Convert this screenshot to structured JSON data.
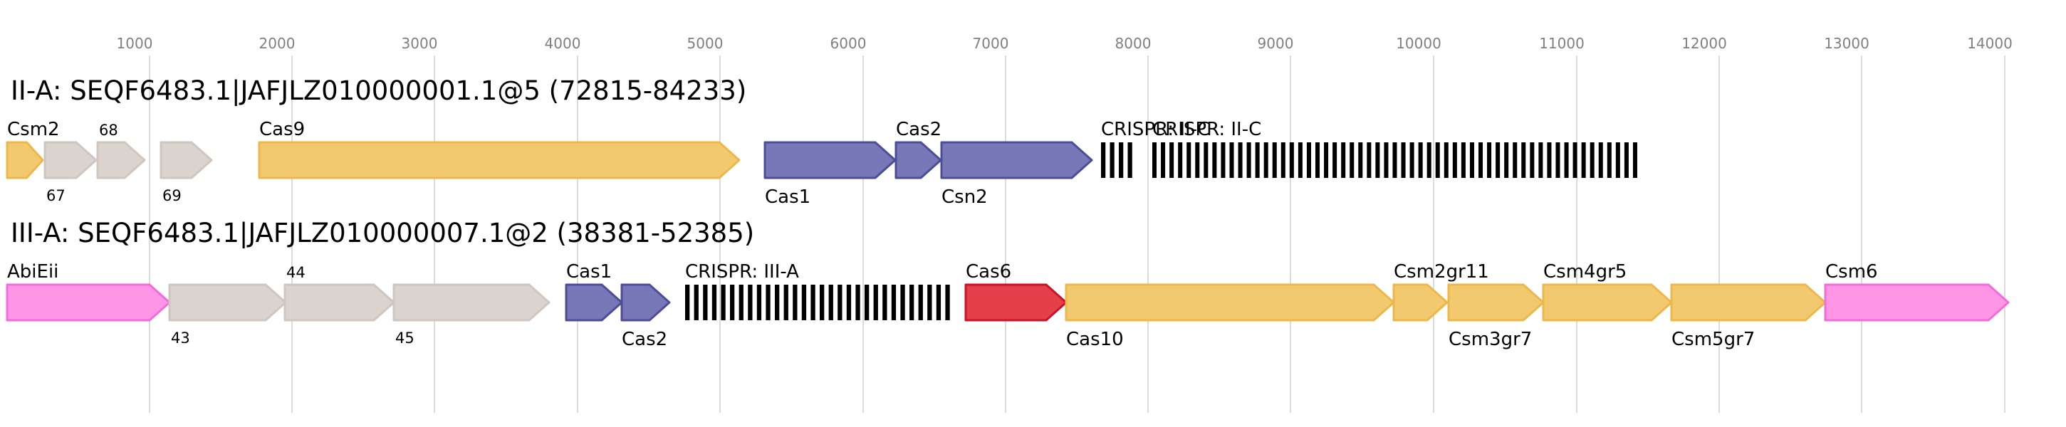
{
  "axis": {
    "ticks": [
      "1000",
      "2000",
      "3000",
      "4000",
      "5000",
      "6000",
      "7000",
      "8000",
      "9000",
      "10000",
      "11000",
      "12000",
      "13000",
      "14000"
    ]
  },
  "colors": {
    "yellow": "#F2C96E",
    "yellow_edge": "#EDB84A",
    "gray": "#DBD3CD",
    "gray_edge": "#CFC6C0",
    "blue": "#7878B8",
    "blue_edge": "#4D4D97",
    "red": "#E53F4C",
    "red_edge": "#C71527",
    "pink": "#FF96E5",
    "pink_edge": "#F26CDA",
    "grid": "#C8C8C8"
  },
  "tracks": [
    {
      "title": "II-A: SEQF6483.1|JAFJLZ010000001.1@5 (72815-84233)",
      "genes": [
        {
          "label": "Csm2",
          "color": "yellow",
          "label_pos": "above",
          "small": false
        },
        {
          "label": "67",
          "color": "gray",
          "label_pos": "below",
          "small": true
        },
        {
          "label": "68",
          "color": "gray",
          "label_pos": "above",
          "small": true
        },
        {
          "label": "69",
          "color": "gray",
          "label_pos": "below",
          "small": true
        },
        {
          "label": "Cas9",
          "color": "yellow",
          "label_pos": "above",
          "small": false
        },
        {
          "label": "Cas1",
          "color": "blue",
          "label_pos": "below",
          "small": false
        },
        {
          "label": "Cas2",
          "color": "blue",
          "label_pos": "above",
          "small": false
        },
        {
          "label": "Csn2",
          "color": "blue",
          "label_pos": "below",
          "small": false
        }
      ],
      "arrays": [
        {
          "label": "CRISPR: II-C",
          "repeats": 4
        },
        {
          "label": "CRISPR: II-C",
          "repeats": 57
        }
      ]
    },
    {
      "title": "III-A: SEQF6483.1|JAFJLZ010000007.1@2 (38381-52385)",
      "genes": [
        {
          "label": "AbiEii",
          "color": "pink",
          "label_pos": "above",
          "small": false
        },
        {
          "label": "43",
          "color": "gray",
          "label_pos": "below",
          "small": true
        },
        {
          "label": "44",
          "color": "gray",
          "label_pos": "above",
          "small": true
        },
        {
          "label": "45",
          "color": "gray",
          "label_pos": "below",
          "small": true
        },
        {
          "label": "Cas1",
          "color": "blue",
          "label_pos": "above",
          "small": false
        },
        {
          "label": "Cas2",
          "color": "blue",
          "label_pos": "below",
          "small": false
        },
        {
          "label": "Cas6",
          "color": "red",
          "label_pos": "above",
          "small": false
        },
        {
          "label": "Cas10",
          "color": "yellow",
          "label_pos": "below",
          "small": false
        },
        {
          "label": "Csm2gr11",
          "color": "yellow",
          "label_pos": "above",
          "small": false
        },
        {
          "label": "Csm3gr7",
          "color": "yellow",
          "label_pos": "below",
          "small": false
        },
        {
          "label": "Csm4gr5",
          "color": "yellow",
          "label_pos": "above",
          "small": false
        },
        {
          "label": "Csm5gr7",
          "color": "yellow",
          "label_pos": "below",
          "small": false
        },
        {
          "label": "Csm6",
          "color": "pink",
          "label_pos": "above",
          "small": false
        }
      ],
      "arrays": [
        {
          "label": "CRISPR: III-A",
          "repeats": 30
        }
      ]
    }
  ]
}
